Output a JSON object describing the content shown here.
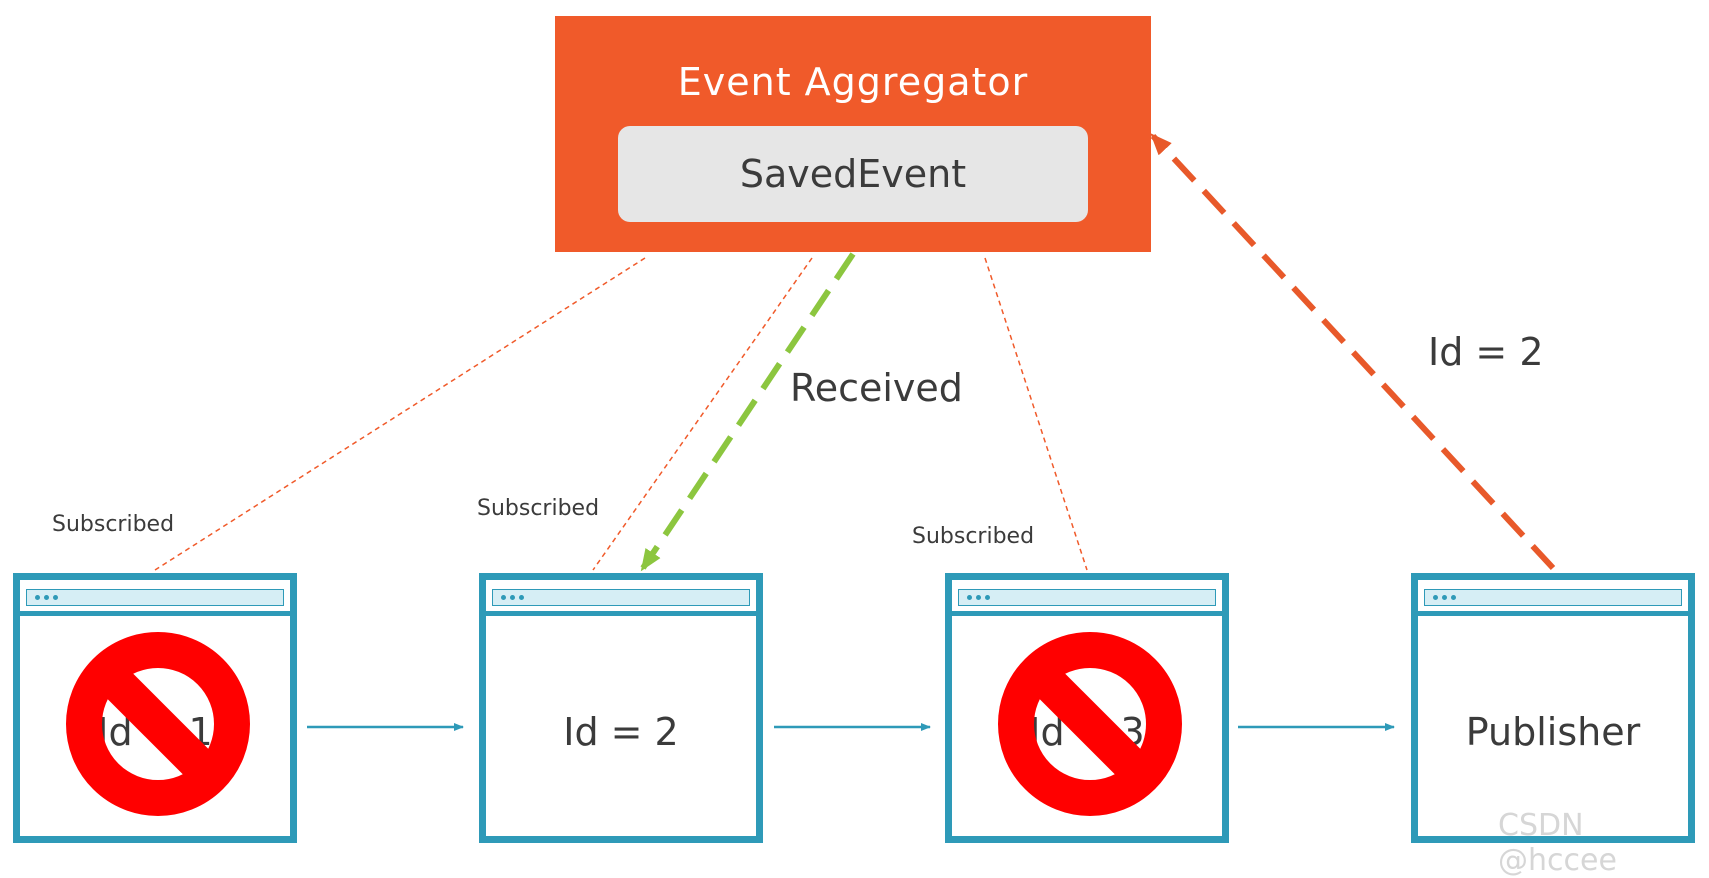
{
  "aggregator": {
    "title": "Event Aggregator",
    "event_name": "SavedEvent"
  },
  "windows": [
    {
      "label": "Id = 1",
      "blocked": true
    },
    {
      "label": "Id = 2",
      "blocked": false
    },
    {
      "label": "Id = 3",
      "blocked": true
    },
    {
      "label": "Publisher",
      "blocked": false
    }
  ],
  "subscription_labels": [
    "Subscribed",
    "Subscribed",
    "Subscribed"
  ],
  "received_label": "Received",
  "publish_label": "Id = 2",
  "watermark": "CSDN @hccee",
  "icons": {
    "window_dots": "window-dots-icon",
    "blocked": "no-entry-icon",
    "arrow": "arrow-right-icon"
  },
  "colors": {
    "aggregator": "#f05a2a",
    "event_box": "#e6e6e6",
    "window_border": "#2e9ab8",
    "received_arrow": "#8cc63f",
    "publish_arrow": "#e8592a",
    "blocked": "#ff0000"
  }
}
